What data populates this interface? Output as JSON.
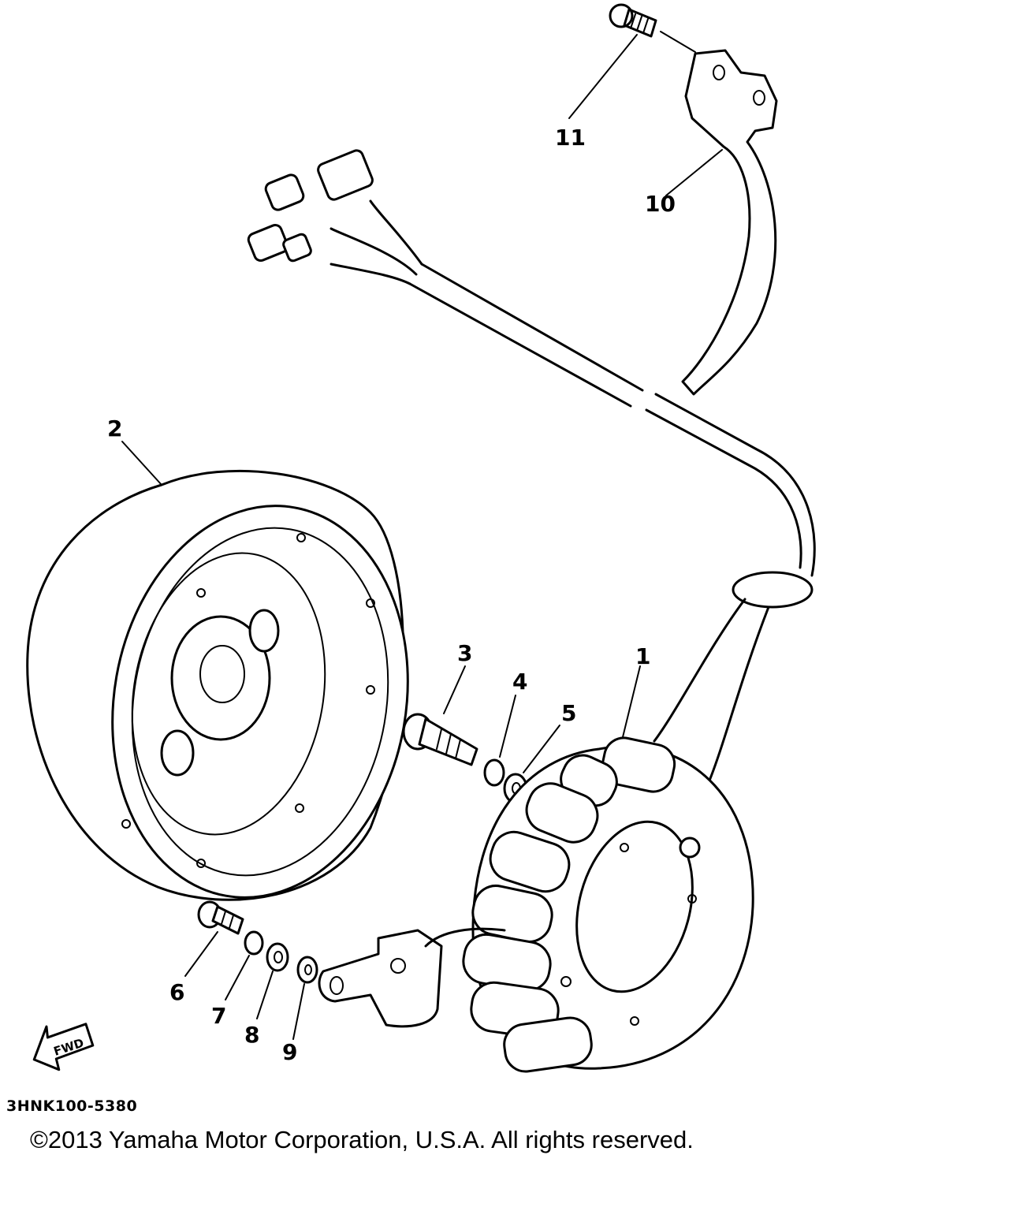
{
  "diagram": {
    "part_numbers": [
      "1",
      "2",
      "3",
      "4",
      "5",
      "6",
      "7",
      "8",
      "9",
      "10",
      "11"
    ],
    "fwd_label": "FWD",
    "drawing_code": "3HNK100-5380",
    "copyright": "©2013 Yamaha Motor Corporation, U.S.A. All rights reserved."
  }
}
